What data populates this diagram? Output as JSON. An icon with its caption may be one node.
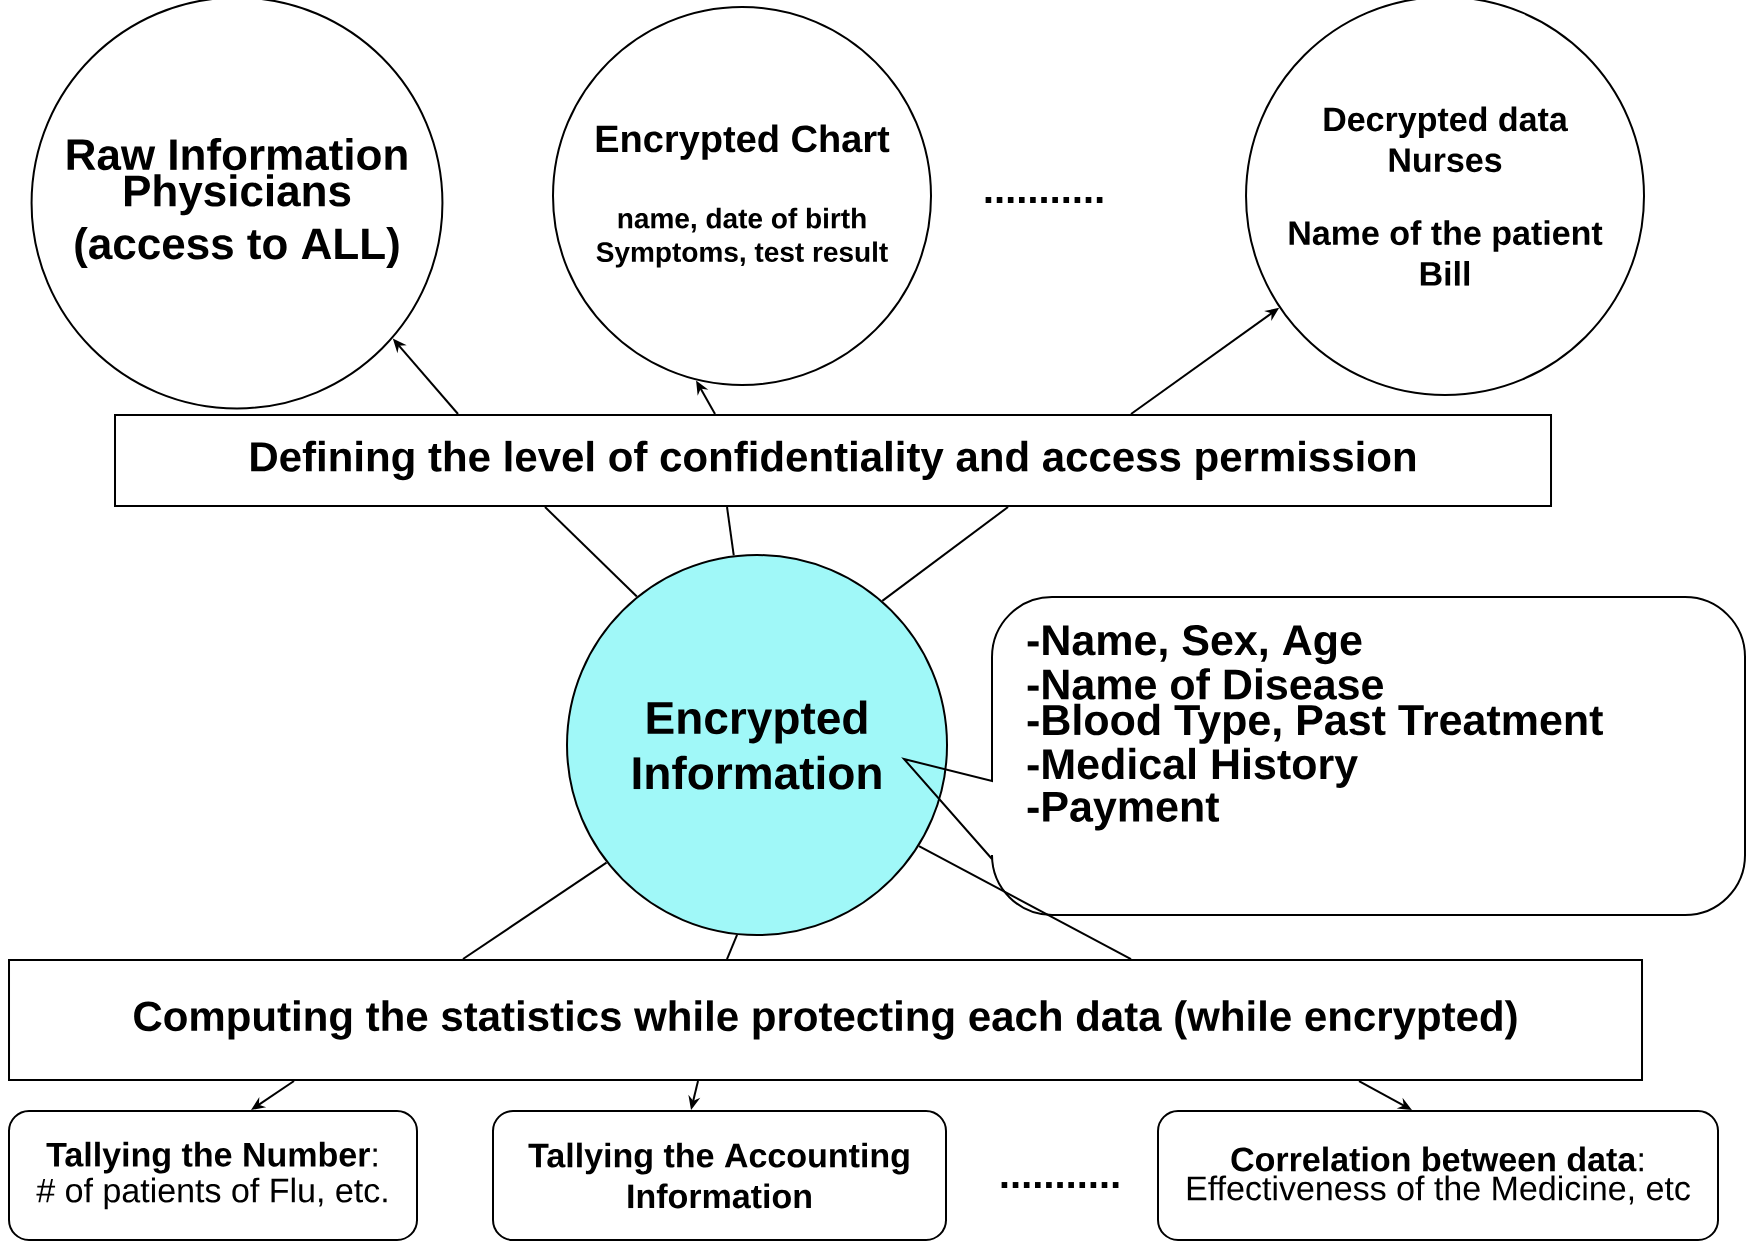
{
  "diagram": {
    "nodes": [
      {
        "text": [
          "Raw Information",
          "Physicians (access to ALL)"
        ]
      },
      {
        "text": [
          "Encrypted Chart",
          "name, date of birth Symptoms, test result"
        ]
      },
      {
        "text": [
          "Decrypted data Nurses",
          "Name of the patient Bill"
        ]
      },
      {
        "text": [
          "Defining the level of confidentiality and access permission"
        ]
      },
      {
        "text": [
          "Encrypted Information"
        ]
      },
      {
        "text": [
          "-Name, Sex, Age",
          "-Name of Disease",
          "-Blood Type, Past Treatment",
          "-Medical History",
          "-Payment"
        ]
      },
      {
        "text": [
          "Computing the statistics while protecting each data (while encrypted)"
        ]
      },
      {
        "text": [
          "**Tallying the Number**:",
          "# of patients of Flu, etc."
        ]
      },
      {
        "text": [
          "Tallying the Accounting Information"
        ]
      },
      {
        "text": [
          "**Correlation between data**:",
          "Effectiveness of the Medicine, etc"
        ]
      }
    ],
    "edges": [
      {
        "from": 4,
        "to": 3,
        "arrow": "none"
      },
      {
        "from": 4,
        "to": 3,
        "arrow": "none"
      },
      {
        "from": 4,
        "to": 3,
        "arrow": "none"
      },
      {
        "from": 3,
        "to": 0,
        "arrow": "to"
      },
      {
        "from": 3,
        "to": 1,
        "arrow": "to"
      },
      {
        "from": 3,
        "to": 2,
        "arrow": "to"
      },
      {
        "from": 4,
        "to": 6,
        "arrow": "none"
      },
      {
        "from": 4,
        "to": 6,
        "arrow": "none"
      },
      {
        "from": 4,
        "to": 6,
        "arrow": "none"
      },
      {
        "from": 6,
        "to": 7,
        "arrow": "to"
      },
      {
        "from": 6,
        "to": 8,
        "arrow": "to"
      },
      {
        "from": 6,
        "to": 9,
        "arrow": "to"
      }
    ],
    "labels": [
      "...........",
      "..........."
    ]
  }
}
